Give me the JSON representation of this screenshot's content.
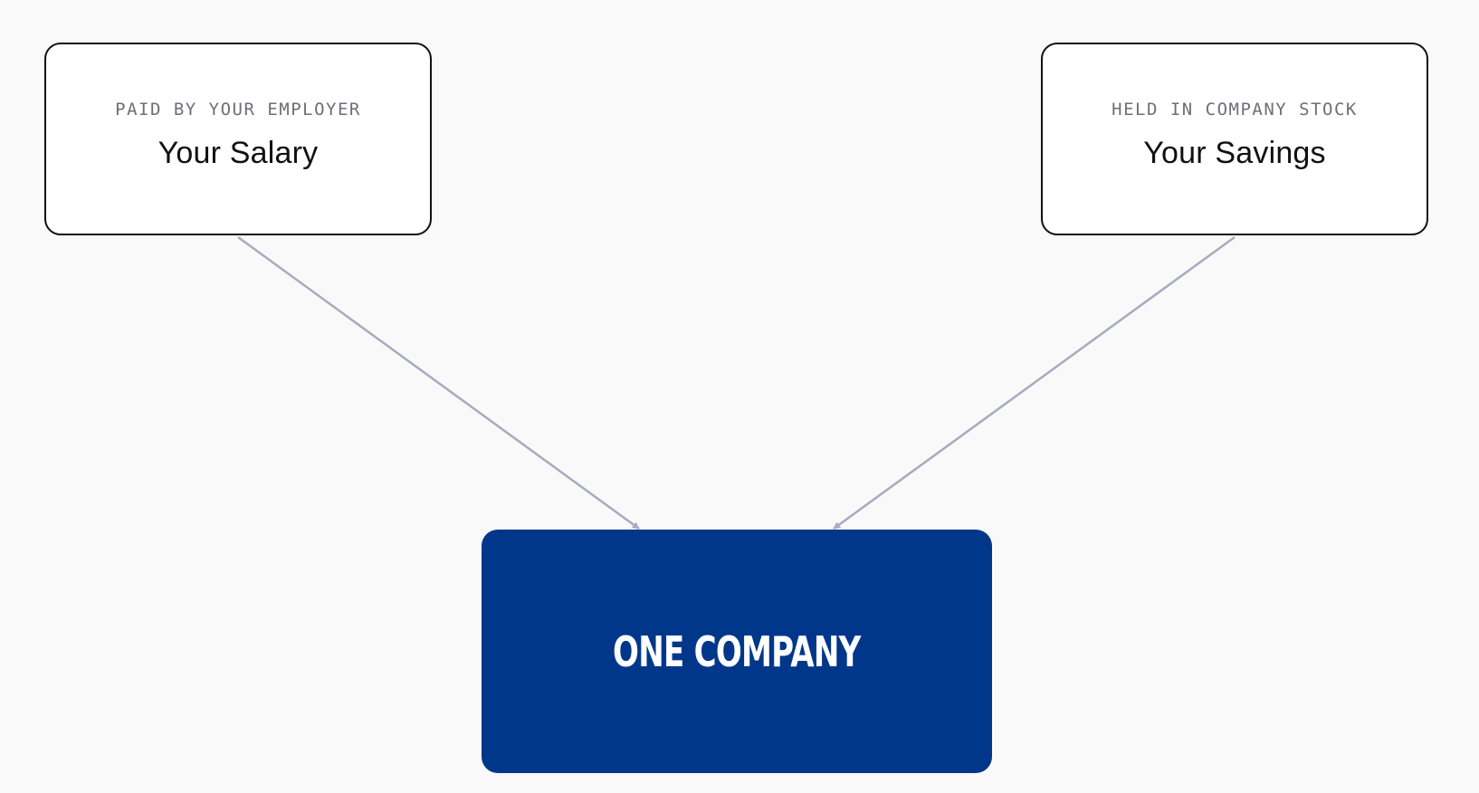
{
  "diagram": {
    "sources": [
      {
        "caption": "PAID BY YOUR EMPLOYER",
        "title": "Your Salary"
      },
      {
        "caption": "HELD IN COMPANY STOCK",
        "title": "Your Savings"
      }
    ],
    "target": {
      "title": "ONE COMPANY"
    },
    "colors": {
      "background": "#f9f9f9",
      "card_fill": "#ffffff",
      "card_border": "#111111",
      "caption_text": "#6e6e78",
      "title_text": "#111111",
      "target_fill": "#00378b",
      "target_text": "#ffffff",
      "connector": "#a9aabf"
    }
  }
}
